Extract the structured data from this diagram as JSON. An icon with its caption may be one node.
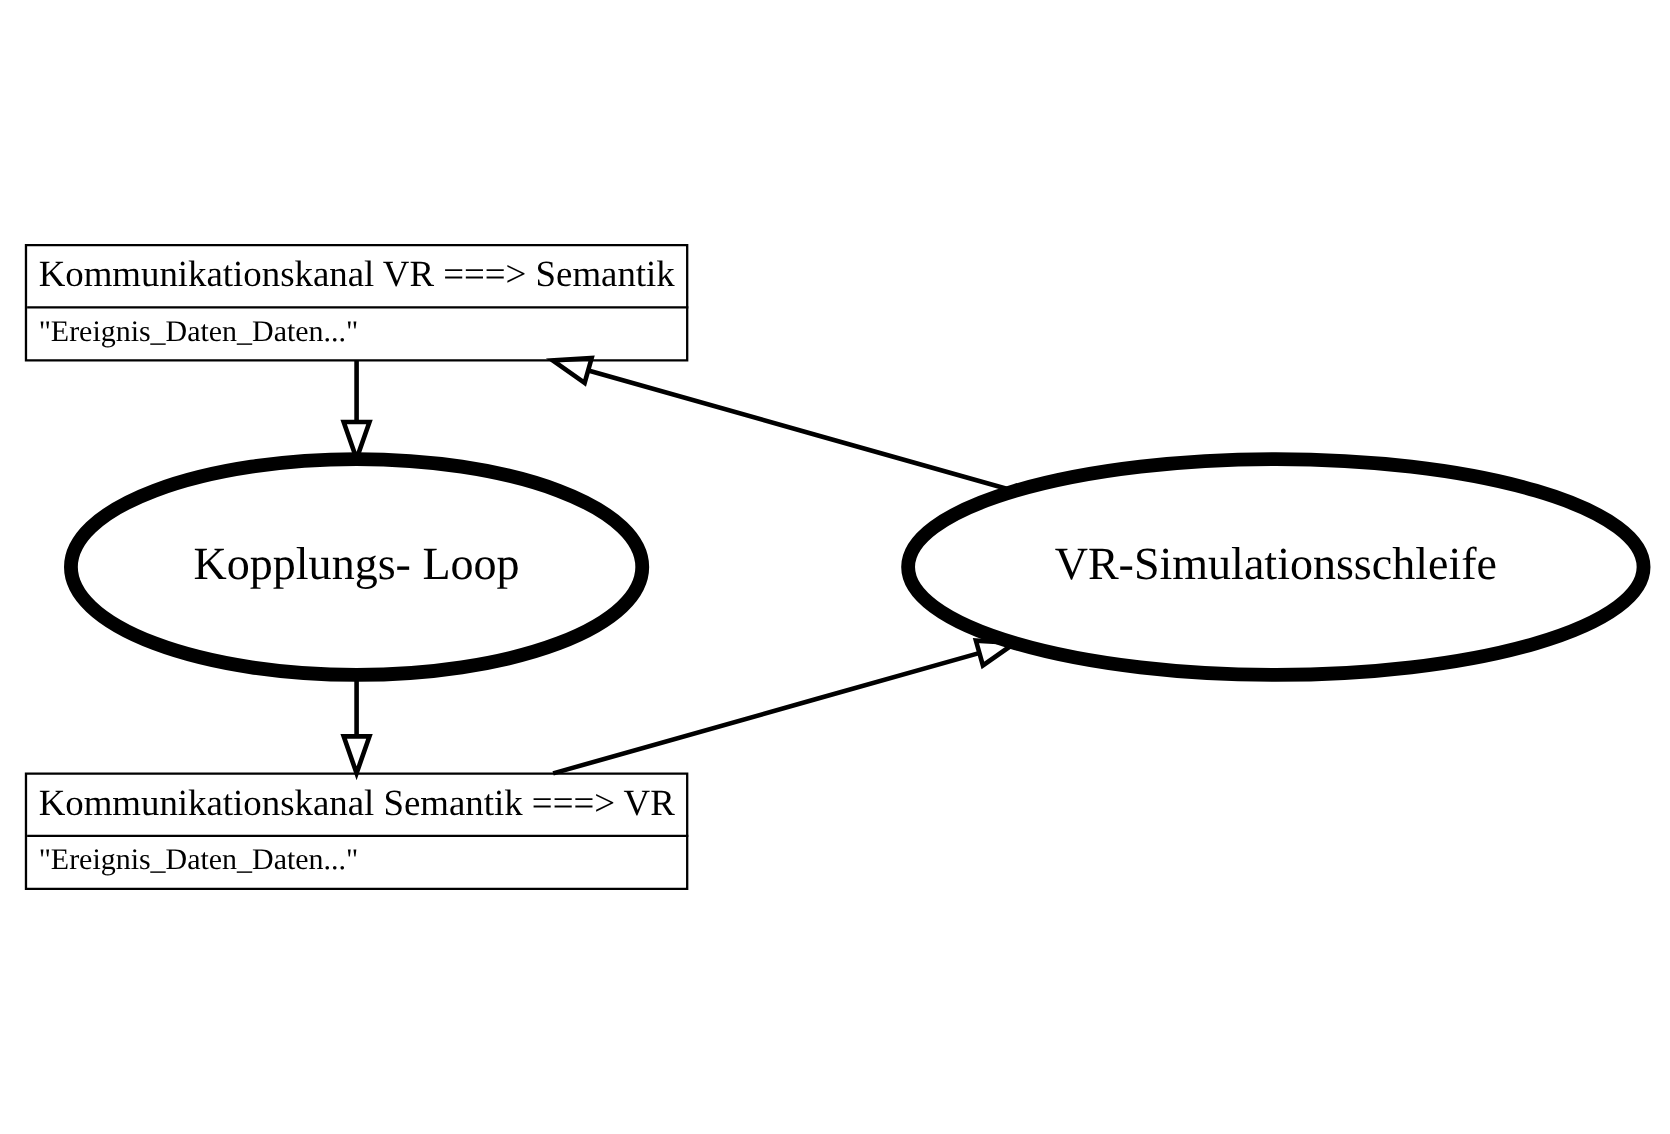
{
  "diagram": {
    "nodes": [
      {
        "text": [
          "Kommunikationskanal VR ===> Semantik",
          "\"Ereignis_Daten_Daten...\""
        ]
      },
      {
        "text": [
          "Kopplungs- Loop"
        ]
      },
      {
        "text": [
          "VR-Simulationsschleife"
        ]
      },
      {
        "text": [
          "Kommunikationskanal Semantik ===> VR",
          "\"Ereignis_Daten_Daten...\""
        ]
      }
    ],
    "edges": [
      {
        "from": 0,
        "to": 1,
        "arrow": "to"
      },
      {
        "from": 1,
        "to": 3,
        "arrow": "to"
      },
      {
        "from": 3,
        "to": 2,
        "arrow": "to"
      },
      {
        "from": 2,
        "to": 0,
        "arrow": "to"
      }
    ]
  }
}
